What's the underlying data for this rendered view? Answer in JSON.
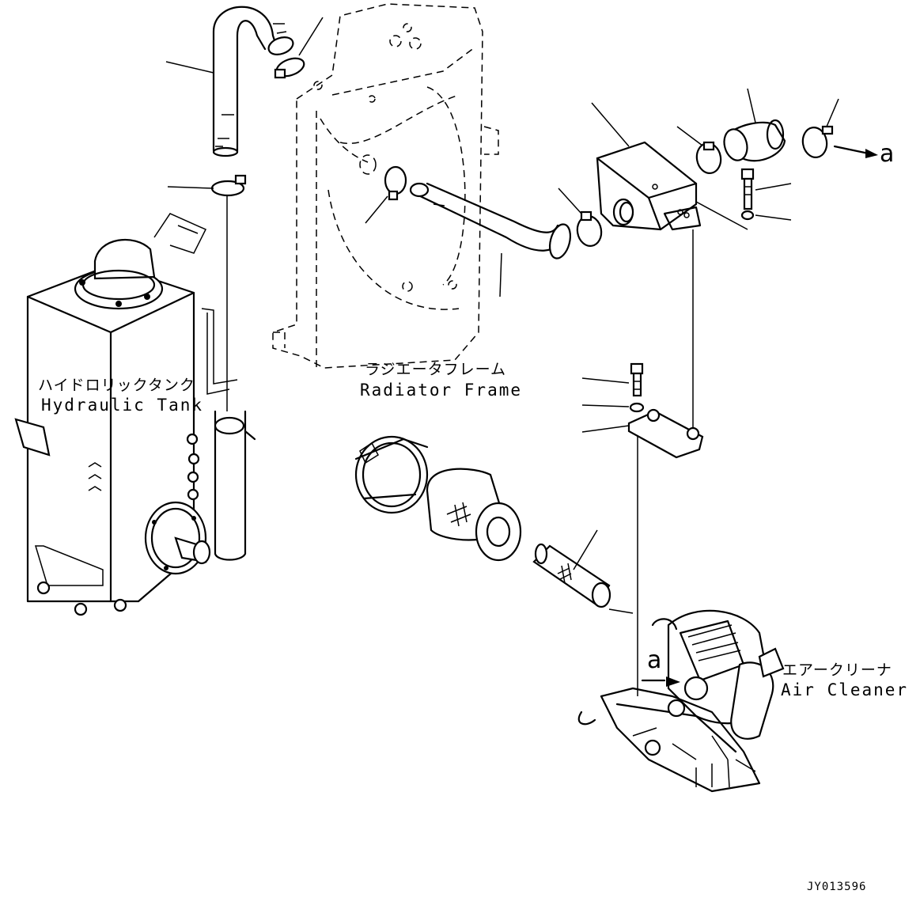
{
  "labels": {
    "hydraulic_tank_ja": "ハイドロリックタンク",
    "hydraulic_tank_en": "Hydraulic Tank",
    "radiator_frame_ja": "ラジエータフレーム",
    "radiator_frame_en": "Radiator Frame",
    "air_cleaner_ja": "エアークリーナ",
    "air_cleaner_en": "Air Cleaner",
    "callout_top": "a",
    "callout_bottom": "a",
    "drawing_code": "JY013596"
  },
  "colors": {
    "line": "#000000",
    "background": "#ffffff"
  }
}
